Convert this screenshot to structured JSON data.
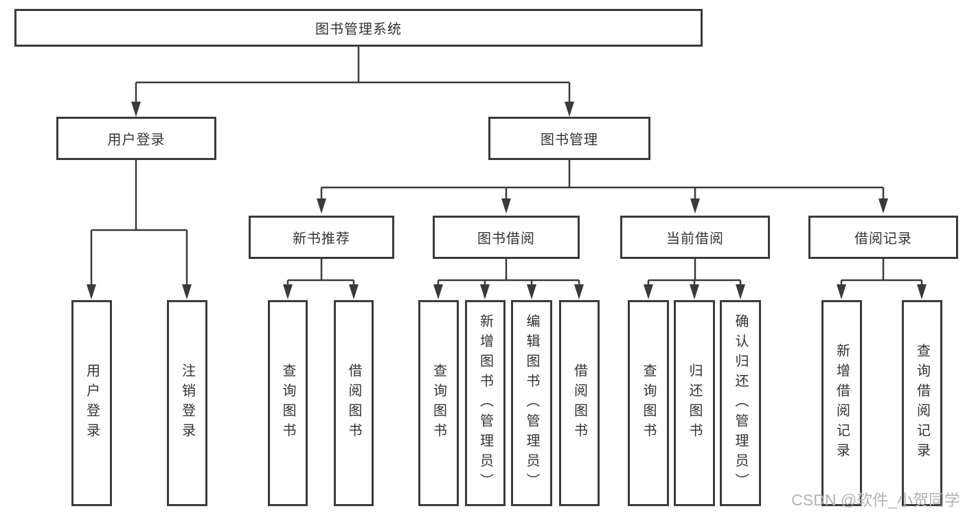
{
  "colors": {
    "line": "#3a3a3a",
    "text": "#333333",
    "watermark": "#b2b2b2",
    "background": "#ffffff"
  },
  "diagram": {
    "root": {
      "label": "图书管理系统"
    },
    "branches": [
      {
        "label": "用户登录",
        "children": [
          {
            "label": "用户登录"
          },
          {
            "label": "注销登录"
          }
        ]
      },
      {
        "label": "图书管理",
        "children": [
          {
            "label": "新书推荐",
            "children": [
              {
                "label": "查询图书"
              },
              {
                "label": "借阅图书"
              }
            ]
          },
          {
            "label": "图书借阅",
            "children": [
              {
                "label": "查询图书"
              },
              {
                "label": "新增图书（管理员）"
              },
              {
                "label": "编辑图书（管理员）"
              },
              {
                "label": "借阅图书"
              }
            ]
          },
          {
            "label": "当前借阅",
            "children": [
              {
                "label": "查询图书"
              },
              {
                "label": "归还图书"
              },
              {
                "label": "确认归还（管理员）"
              }
            ]
          },
          {
            "label": "借阅记录",
            "children": [
              {
                "label": "新增借阅记录"
              },
              {
                "label": "查询借阅记录"
              }
            ]
          }
        ]
      }
    ]
  },
  "watermark": {
    "text": "CSDN @软件_小贺同学"
  }
}
